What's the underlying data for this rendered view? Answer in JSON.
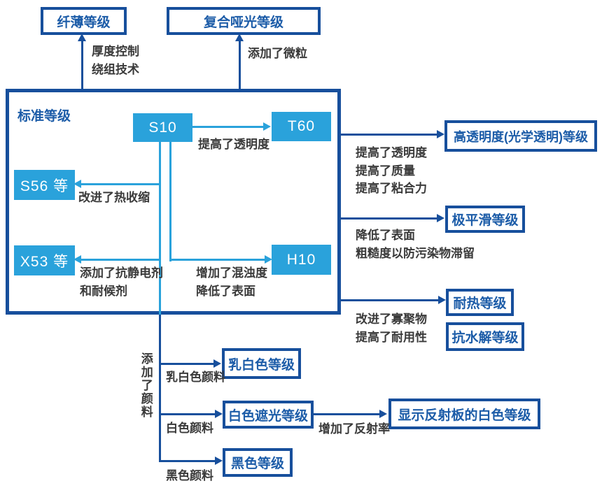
{
  "colors": {
    "cyan": "#2AA2DB",
    "dark": "#174F9C",
    "node_text": "#1C5CA8",
    "label_text": "#3A3A3A",
    "bg": "#FFFFFF"
  },
  "top": {
    "thin_grade": {
      "label": "纤薄等级",
      "method": "厚度控制\n绕组技术"
    },
    "composite_matte_grade": {
      "label": "复合哑光等级",
      "method": "添加了微粒"
    }
  },
  "standard": {
    "title": "标准等级",
    "nodes": {
      "s10": "S10",
      "t60": "T60",
      "s56": "S56 等",
      "x53": "X53 等",
      "h10": "H10"
    },
    "edges": {
      "to_t60": "提高了透明度",
      "to_s56": "改进了热收缩",
      "to_x53": "添加了抗静电剂\n和耐候剂",
      "to_h10": "增加了混浊度\n降低了表面"
    }
  },
  "right": {
    "high_transparency": {
      "label": "高透明度(光学透明)等级",
      "method": "提高了透明度\n提高了质量\n提高了粘合力"
    },
    "ultra_smooth": {
      "label": "极平滑等级",
      "method": "降低了表面\n粗糙度以防污染物滞留"
    },
    "heat_resistant": {
      "label": "耐热等级",
      "method": "改进了寡聚物\n提高了耐用性"
    },
    "hydrolysis_resistant": {
      "label": "抗水解等级"
    }
  },
  "bottom": {
    "pigment_method": "添加了颜料",
    "milky_white": {
      "label": "乳白色等级",
      "method": "乳白色颜料"
    },
    "white_shading": {
      "label": "白色遮光等级",
      "method": "白色颜料"
    },
    "reflective_white": {
      "label": "显示反射板的白色等级",
      "method": "增加了反射率"
    },
    "black": {
      "label": "黑色等级",
      "method": "黑色颜料"
    }
  }
}
